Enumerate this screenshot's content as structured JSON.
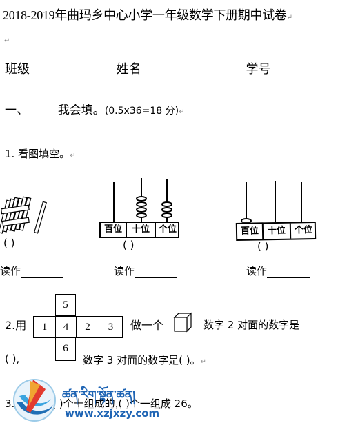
{
  "header": {
    "title": "2018-2019年曲玛乡中心小学一年级数学下册期中试卷",
    "para_mark": "↵"
  },
  "info": {
    "class_label": "班级",
    "name_label": "姓名",
    "number_label": "学号"
  },
  "section1": {
    "number": "一、",
    "title": "我会填。",
    "points": "(0.5x36=18 分)"
  },
  "q1": {
    "label": "1.  看图填空。",
    "paren": "(     )",
    "read_label": "读作",
    "place_hundreds": "百位",
    "place_tens": "十位",
    "place_ones": "个位"
  },
  "q2": {
    "prefix": "2.用",
    "net": {
      "top": "5",
      "left": "1",
      "center": "4",
      "right1": "2",
      "right2": "3",
      "bottom": "6"
    },
    "text_a": "做一个",
    "text_b": "数字  2  对面的数字是",
    "line2_a": "(     ),",
    "line2_b": "数字 3 对面的数字是(     )。"
  },
  "q3": {
    "text": "3. 26是由(    )个十组成的,(    )个一组成 26。"
  },
  "watermark": {
    "tibetan": "ཚན་རིག་སྟོན་ཚན།",
    "url": "www.xzjxzy.com"
  }
}
